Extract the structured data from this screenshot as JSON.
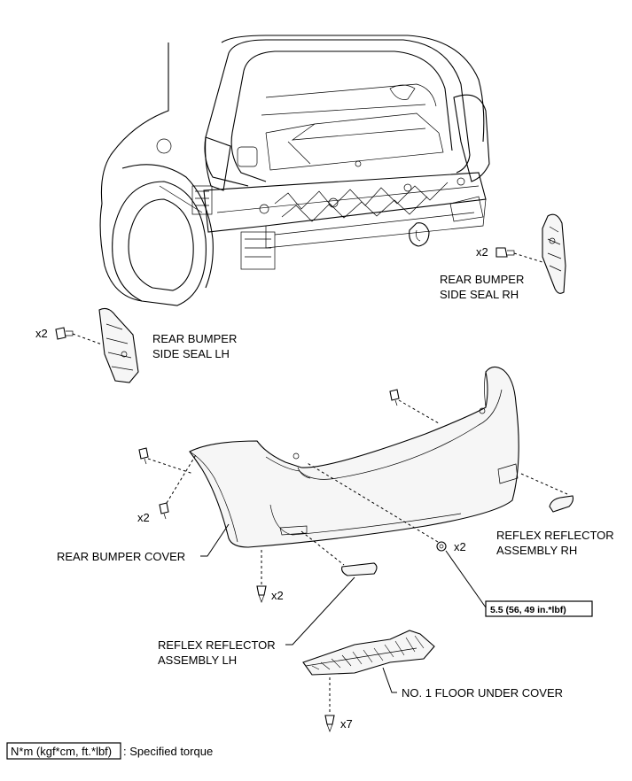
{
  "labels": {
    "rear_bumper_side_seal_rh": [
      "REAR BUMPER",
      "SIDE SEAL RH"
    ],
    "rear_bumper_side_seal_lh": [
      "REAR BUMPER",
      "SIDE SEAL LH"
    ],
    "rear_bumper_cover": "REAR BUMPER COVER",
    "reflex_reflector_rh": [
      "REFLEX REFLECTOR",
      "ASSEMBLY RH"
    ],
    "reflex_reflector_lh": [
      "REFLEX REFLECTOR",
      "ASSEMBLY LH"
    ],
    "floor_under_cover": "NO. 1 FLOOR UNDER COVER"
  },
  "quantities": {
    "rh_seal_screws": "x2",
    "lh_seal_screws": "x2",
    "cover_side_clips": "x2",
    "cover_bottom_clips": "x2",
    "cover_bolts": "x2",
    "under_cover_clips": "x7"
  },
  "torque_value": "5.5 (56, 49 in.*lbf)",
  "legend": {
    "unit_box": "N*m (kgf*cm, ft.*lbf)",
    "description": ": Specified torque"
  }
}
